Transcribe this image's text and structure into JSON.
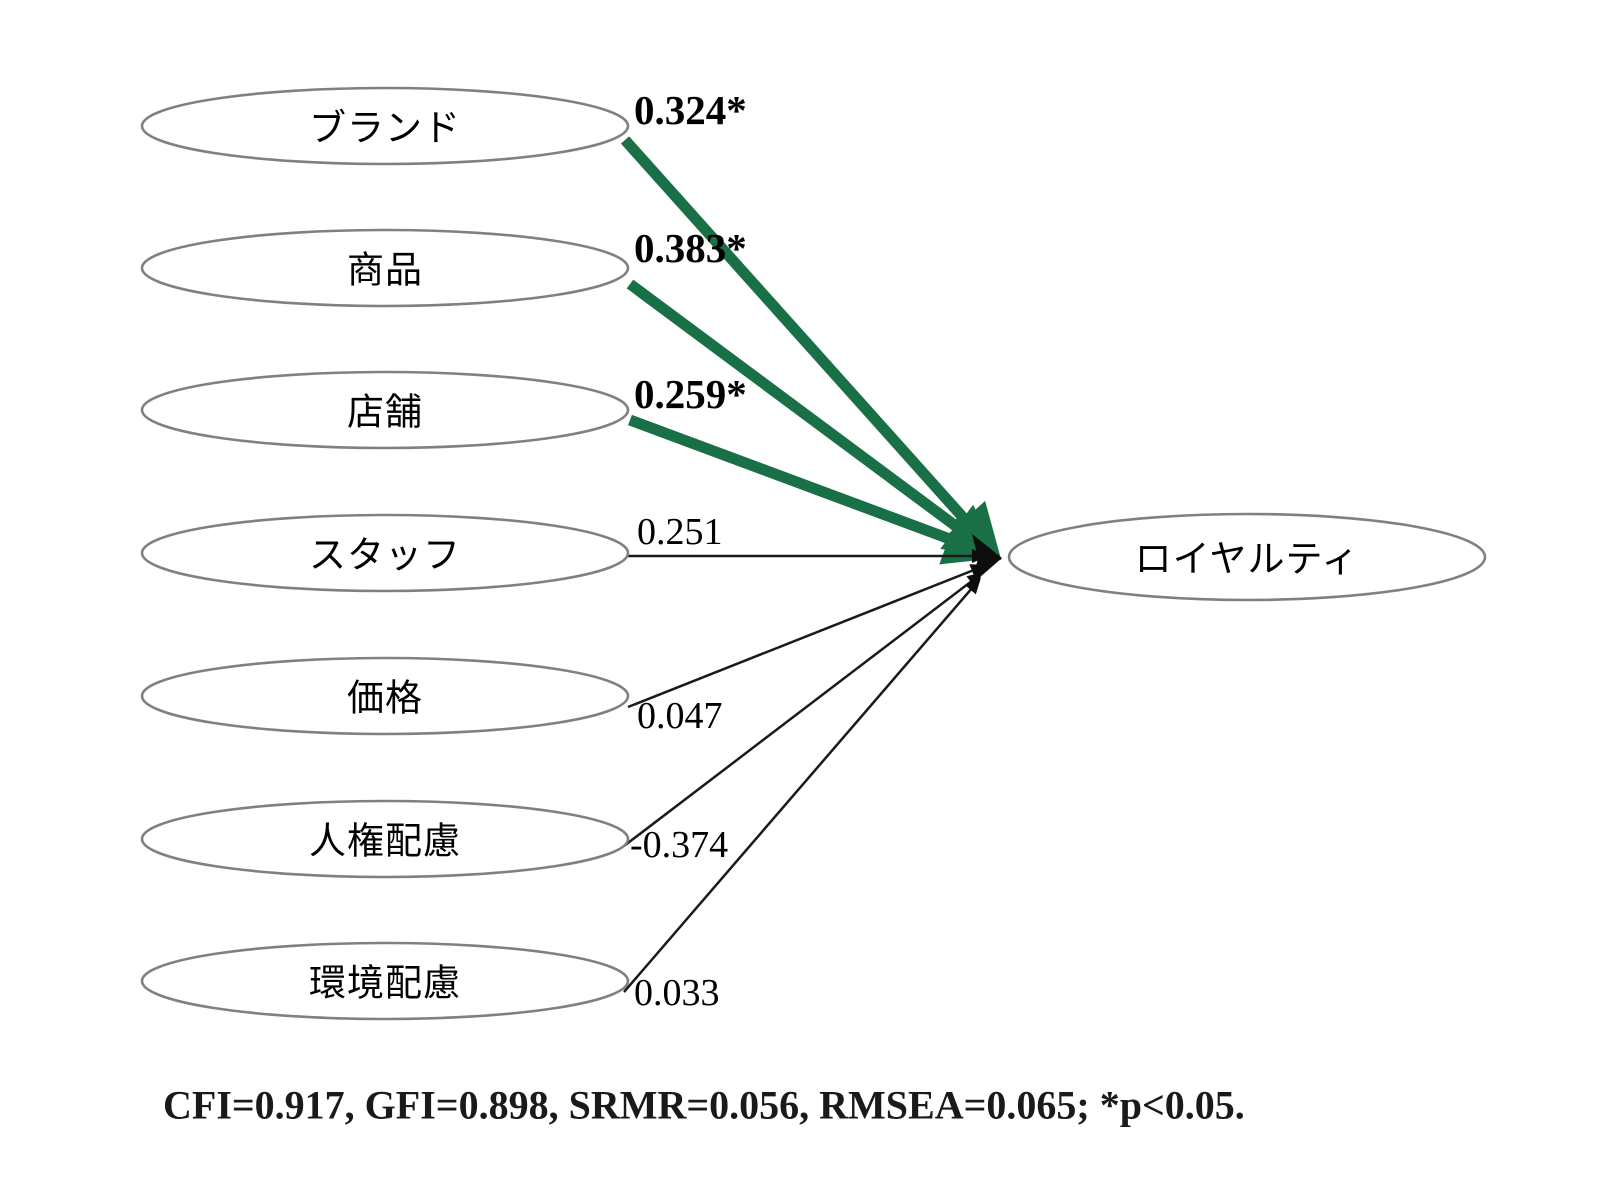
{
  "chart_data": {
    "type": "diagram",
    "subtype": "sem-path-diagram",
    "title": "",
    "outcome": {
      "id": "loyalty",
      "label": "ロイヤルティ"
    },
    "predictors": [
      {
        "id": "brand",
        "label": "ブランド",
        "coefficient": "0.324*",
        "value": 0.324,
        "significant": true,
        "color": "#1A7046"
      },
      {
        "id": "product",
        "label": "商品",
        "coefficient": "0.383*",
        "value": 0.383,
        "significant": true,
        "color": "#1A7046"
      },
      {
        "id": "store",
        "label": "店舗",
        "coefficient": "0.259*",
        "value": 0.259,
        "significant": true,
        "color": "#1A7046"
      },
      {
        "id": "staff",
        "label": "スタッフ",
        "coefficient": "0.251",
        "value": 0.251,
        "significant": false,
        "color": "#000000"
      },
      {
        "id": "price",
        "label": "価格",
        "coefficient": "0.047",
        "value": 0.047,
        "significant": false,
        "color": "#000000"
      },
      {
        "id": "human_right",
        "label": "人権配慮",
        "coefficient": "-0.374",
        "value": -0.374,
        "significant": false,
        "color": "#000000"
      },
      {
        "id": "environment",
        "label": "環境配慮",
        "coefficient": "0.033",
        "value": 0.033,
        "significant": false,
        "color": "#000000"
      }
    ],
    "fit_indices": {
      "CFI": 0.917,
      "GFI": 0.898,
      "SRMR": 0.056,
      "RMSEA": 0.065,
      "significance_note": "*p<0.05."
    },
    "caption": "CFI=0.917, GFI=0.898, SRMR=0.056, RMSEA=0.065; *p<0.05.",
    "colors": {
      "significant_path": "#1A7046",
      "nonsignificant_path": "#1a1a1a",
      "node_stroke": "#808080",
      "node_fill": "#ffffff",
      "text": "#000000",
      "background": "#ffffff"
    }
  }
}
